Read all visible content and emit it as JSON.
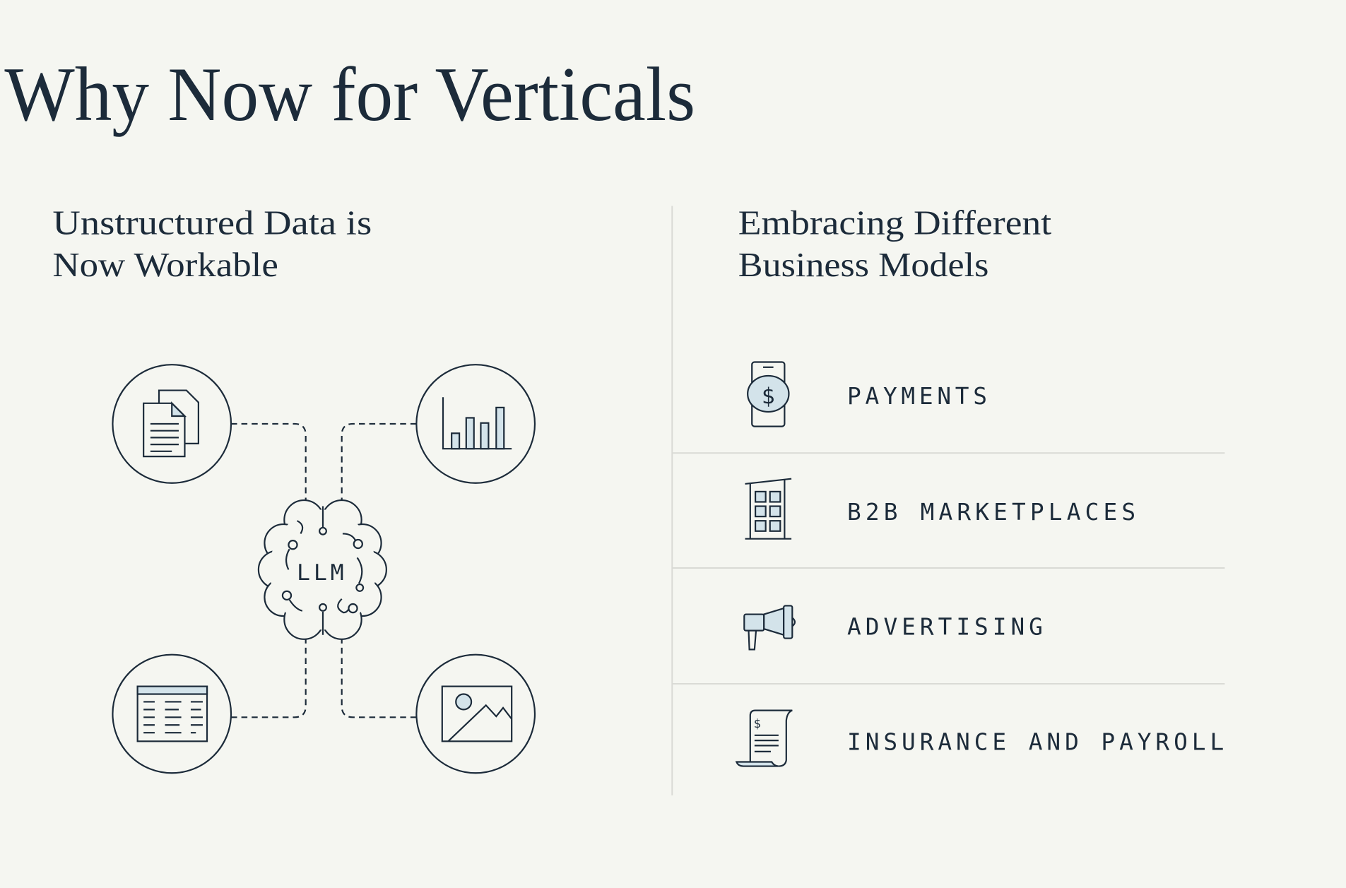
{
  "title": "Why Now for Verticals",
  "left": {
    "heading_line1": "Unstructured Data is",
    "heading_line2": "Now Workable",
    "center_label": "LLM",
    "nodes": [
      {
        "icon": "documents-icon"
      },
      {
        "icon": "bar-chart-icon"
      },
      {
        "icon": "table-icon"
      },
      {
        "icon": "image-icon"
      }
    ]
  },
  "right": {
    "heading_line1": "Embracing Different",
    "heading_line2": "Business Models",
    "items": [
      {
        "label": "PAYMENTS",
        "icon": "mobile-payment-icon"
      },
      {
        "label": "B2B MARKETPLACES",
        "icon": "building-icon"
      },
      {
        "label": "ADVERTISING",
        "icon": "megaphone-icon"
      },
      {
        "label": "INSURANCE AND PAYROLL",
        "icon": "receipt-icon"
      }
    ]
  },
  "colors": {
    "ink": "#1c2b3a",
    "accent": "#d3e3ea",
    "background": "#f5f6f1"
  }
}
